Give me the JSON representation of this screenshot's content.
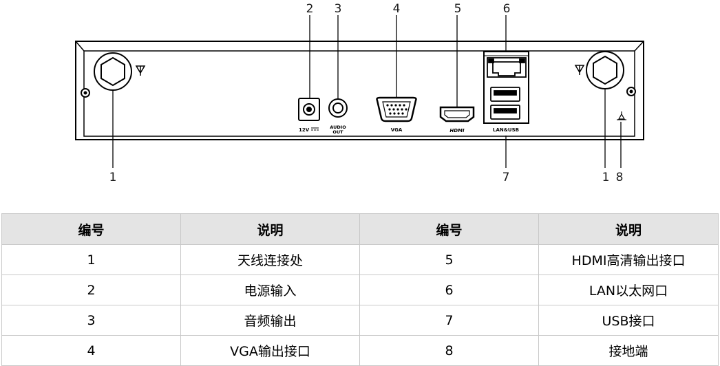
{
  "callouts": [
    "1",
    "2",
    "3",
    "4",
    "5",
    "6",
    "7",
    "1",
    "8"
  ],
  "port_labels": {
    "power": "12V",
    "audio": [
      "AUDIO",
      "OUT"
    ],
    "vga": "VGA",
    "hdmi": "HDMI",
    "lan_usb": "LAN&USB"
  },
  "table": {
    "headers": [
      "编号",
      "说明",
      "编号",
      "说明"
    ],
    "rows": [
      [
        "1",
        "天线连接处",
        "5",
        "HDMI高清输出接口"
      ],
      [
        "2",
        "电源输入",
        "6",
        "LAN以太网口"
      ],
      [
        "3",
        "音频输出",
        "7",
        "USB接口"
      ],
      [
        "4",
        "VGA输出接口",
        "8",
        "接地端"
      ]
    ]
  }
}
